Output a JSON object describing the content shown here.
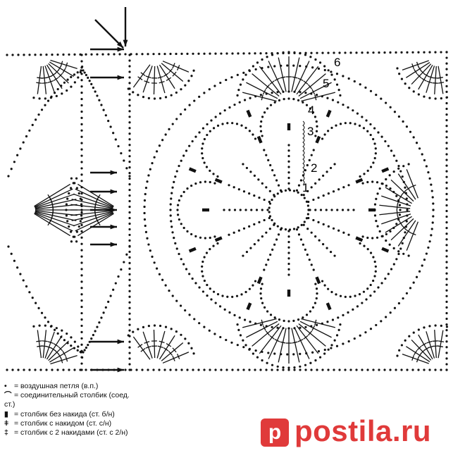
{
  "diagram": {
    "round_labels": [
      "1",
      "2",
      "3",
      "4",
      "5",
      "6"
    ]
  },
  "legend": {
    "items": [
      {
        "icon": "dot-icon",
        "text": "= воздушная петля (в.п.)"
      },
      {
        "icon": "arc-icon",
        "text": "= соединительный столбик (соед. ст.)"
      },
      {
        "icon": "rect-icon",
        "text": "= столбик без накида (ст. б/н)"
      },
      {
        "icon": "cross-1-icon",
        "text": "= столбик с накидом (ст. с/н)"
      },
      {
        "icon": "cross-2-icon",
        "text": "= столбик с 2 накидами (ст. с 2/н)"
      }
    ]
  },
  "watermark": {
    "text": "postila.ru"
  },
  "colors": {
    "ink": "#111111",
    "brand": "#e03a3a"
  }
}
